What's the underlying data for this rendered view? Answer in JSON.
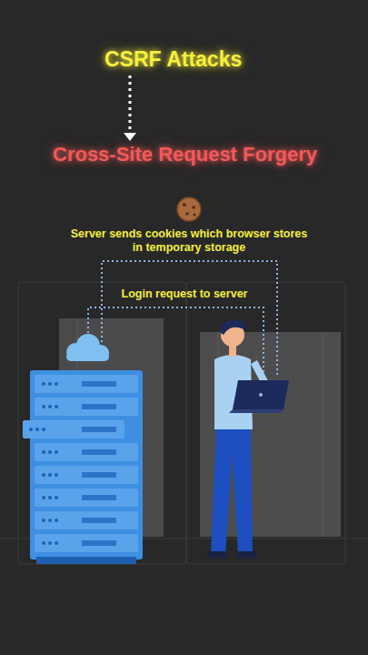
{
  "diagram": {
    "nodes": [
      {
        "text": [
          "CSRF Attacks"
        ]
      },
      {
        "text": [
          "Cross-Site Request Forgery"
        ]
      }
    ],
    "edges": [
      {
        "from": 0,
        "to": 1,
        "arrow": "to"
      }
    ],
    "labels": [
      "Server sends cookies which browser stores in temporary storage",
      "Login request to server"
    ]
  }
}
